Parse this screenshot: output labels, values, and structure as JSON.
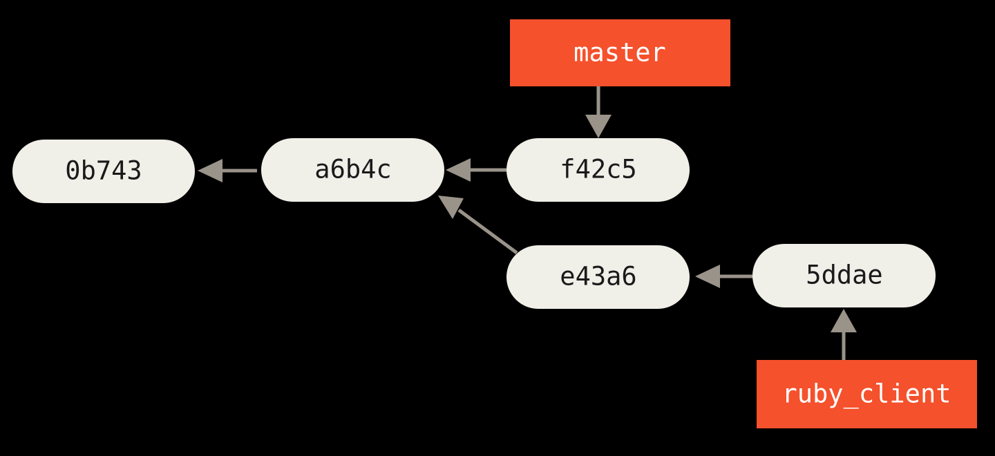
{
  "diagram": {
    "type": "git-branch-graph",
    "background_color": "#000000",
    "commit_node_color": "#F0EFE8",
    "commit_text_color": "#1A1A1A",
    "branch_label_color": "#F4512C",
    "branch_text_color": "#FFFFFF",
    "edge_color": "#9A938A",
    "commits": [
      {
        "id": "c-0b743",
        "label": "0b743"
      },
      {
        "id": "c-a6b4c",
        "label": "a6b4c"
      },
      {
        "id": "c-f42c5",
        "label": "f42c5"
      },
      {
        "id": "c-e43a6",
        "label": "e43a6"
      },
      {
        "id": "c-5ddae",
        "label": "5ddae"
      }
    ],
    "branches": [
      {
        "id": "b-master",
        "label": "master",
        "points_to": "f42c5"
      },
      {
        "id": "b-ruby-client",
        "label": "ruby_client",
        "points_to": "5ddae"
      }
    ],
    "edges": [
      {
        "from": "a6b4c",
        "to": "0b743"
      },
      {
        "from": "f42c5",
        "to": "a6b4c"
      },
      {
        "from": "e43a6",
        "to": "a6b4c"
      },
      {
        "from": "5ddae",
        "to": "e43a6"
      },
      {
        "from": "master",
        "to": "f42c5"
      },
      {
        "from": "ruby_client",
        "to": "5ddae"
      }
    ]
  }
}
